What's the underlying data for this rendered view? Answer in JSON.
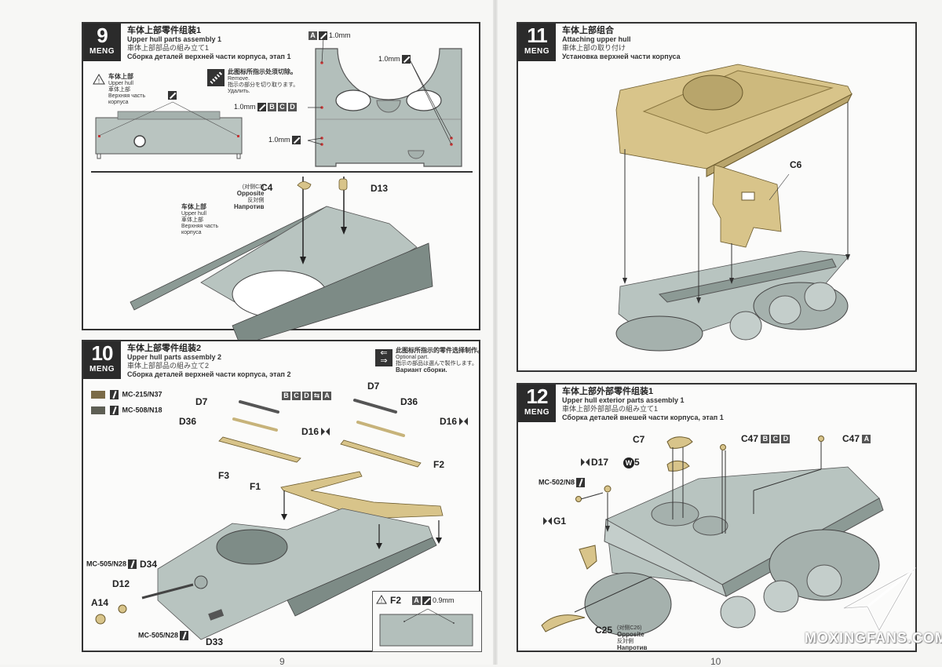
{
  "brand": "MENG",
  "colors": {
    "hull_grey": "#a9b7b2",
    "hull_dark": "#6f7d78",
    "part_tan": "#d8c48a",
    "badge": "#2b2b2b",
    "swatch_1": "#7b6b47",
    "swatch_2": "#5e5f54"
  },
  "steps": [
    {
      "number": "9",
      "title_zh": "车体上部零件组装1",
      "title_en": "Upper hull parts assembly 1",
      "title_ja": "車体上部部品の組み立て1",
      "title_ru": "Сборка деталей верхней части корпуса, этап 1",
      "warning_label": {
        "zh": "车体上部",
        "en": "Upper hull",
        "ja": "車体上部",
        "ru": "Верхняя часть корпуса"
      },
      "remove_note": {
        "zh": "此图标所指示处须切除。",
        "en": "Remove.",
        "ja": "指示の部分を切り取ります。",
        "ru": "Удалить."
      },
      "drill_callouts": [
        {
          "letters": [
            "A"
          ],
          "size": "1.0mm"
        },
        {
          "letters": [],
          "size": "1.0mm"
        },
        {
          "letters": [
            "B",
            "C",
            "D"
          ],
          "size": "1.0mm"
        },
        {
          "letters": [],
          "size": "1.0mm"
        }
      ],
      "parts": [
        {
          "id": "C4",
          "note": "(对侧C3)",
          "note_en": "Opposite",
          "note_ja": "反対側",
          "note_ru": "Напротив"
        },
        {
          "id": "D13"
        }
      ],
      "hull_label": {
        "zh": "车体上部",
        "en": "Upper hull",
        "ja": "車体上部",
        "ru": "Верхняя часть корпуса"
      }
    },
    {
      "number": "10",
      "title_zh": "车体上部零件组装2",
      "title_en": "Upper hull parts assembly 2",
      "title_ja": "車体上部部品の組み立て2",
      "title_ru": "Сборка деталей верхней части корпуса, этап 2",
      "optional_note": {
        "zh": "此图标所指示的零件选择制作。",
        "en": "Optional part.",
        "ja": "指示の部品は選んで製作します。",
        "ru": "Вариант сборки."
      },
      "paints": [
        {
          "code": "MC-215/N37",
          "color": "#7b6b47"
        },
        {
          "code": "MC-508/N18",
          "color": "#5e5f54"
        }
      ],
      "version_letters": [
        "B",
        "C",
        "D",
        "⇆",
        "A"
      ],
      "parts": [
        "D7",
        "D36",
        "D16",
        "F3",
        "F1",
        "D7",
        "D36",
        "D16",
        "F2",
        "D34",
        "D12",
        "A14",
        "D33"
      ],
      "paint_callouts": [
        "MC-505/N28",
        "MC-505/N28"
      ],
      "inset": {
        "part": "F2",
        "letter": "A",
        "size": "0.9mm"
      }
    },
    {
      "number": "11",
      "title_zh": "车体上部组合",
      "title_en": "Attaching upper hull",
      "title_ja": "車体上部の取り付け",
      "title_ru": "Установка верхней части корпуса",
      "parts": [
        "C6"
      ]
    },
    {
      "number": "12",
      "title_zh": "车体上部外部零件组装1",
      "title_en": "Upper hull exterior parts assembly 1",
      "title_ja": "車体上部外部部品の組み立て1",
      "title_ru": "Сборка деталей внешей части корпуса, этап 1",
      "parts": [
        {
          "id": "C7"
        },
        {
          "id": "C47",
          "letters": [
            "B",
            "C",
            "D"
          ]
        },
        {
          "id": "C47",
          "letters": [
            "A"
          ]
        },
        {
          "id": "D17"
        },
        {
          "id": "5",
          "prefix": "W"
        },
        {
          "id": "G1"
        },
        {
          "id": "C25",
          "note": "(对侧C26)",
          "note_en": "Opposite",
          "note_ja": "反対側",
          "note_ru": "Напротив"
        }
      ],
      "paint_callouts": [
        "MC-502/N8"
      ]
    }
  ],
  "page_numbers": [
    "9",
    "10"
  ],
  "watermark": "MOXINGFANS.COM"
}
